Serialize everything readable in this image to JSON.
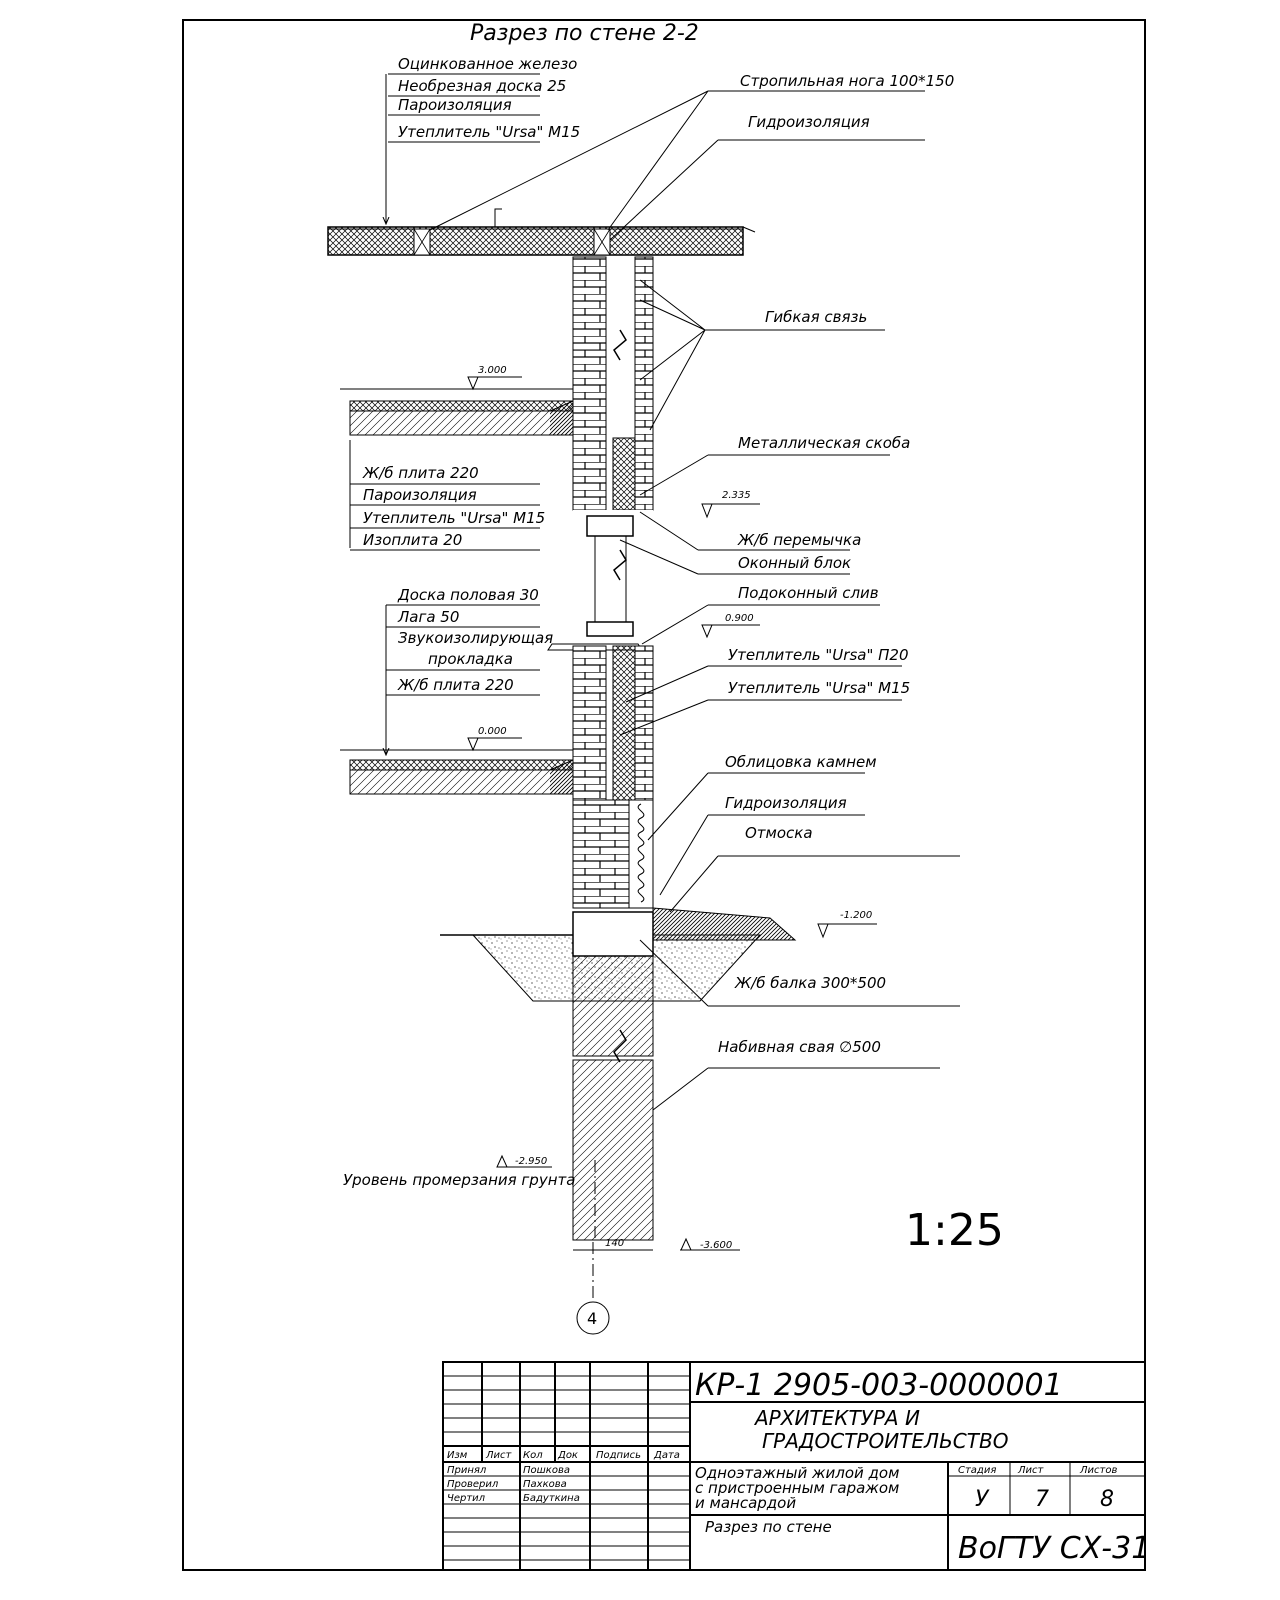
{
  "title": "Разрез по стене 2-2",
  "scale": "1:25",
  "axis_mark": "4",
  "dim_140": "140",
  "roof_labels": [
    "Оцинкованное железо",
    "Необрезная доска 25",
    "Пароизоляция",
    "Утеплитель \"Ursa\" М15"
  ],
  "callouts": {
    "rafter": "Стропильная нога 100*150",
    "waterproofing_top": "Гидроизоляция",
    "flex_tie": "Гибкая связь",
    "metal_bracket": "Металлическая скоба",
    "lintel": "Ж/б перемычка",
    "window": "Оконный блок",
    "sill": "Подоконный слив",
    "insul_p20": "Утеплитель \"Ursa\" П20",
    "insul_m15": "Утеплитель \"Ursa\" М15",
    "stone_facing": "Облицовка камнем",
    "waterproofing_bottom": "Гидроизоляция",
    "blind_area": "Отмоска",
    "beam": "Ж/б балка 300*500",
    "pile": "Набивная свая ∅500",
    "frost_level": "Уровень промерзания грунта"
  },
  "floor2_labels": [
    "Ж/б плита 220",
    "Пароизоляция",
    "Утеплитель \"Ursa\" М15",
    "Изоплита 20"
  ],
  "floor1_labels": [
    "Доска половая 30",
    "Лага 50",
    "Звукоизолирующая",
    "прокладка",
    "Ж/б плита 220"
  ],
  "levels": {
    "l3000": "3.000",
    "l2335": "2.335",
    "l0900": "0.900",
    "l0000": "0.000",
    "l_1200": "-1.200",
    "l_2950": "-2.950",
    "l_3600": "-3.600"
  },
  "title_block": {
    "code": "КР-1   2905-003-0000001",
    "discipline_1": "АРХИТЕКТУРА И",
    "discipline_2": "ГРАДОСТРОИТЕЛЬСТВО",
    "project_1": "Одноэтажный жилой дом",
    "project_2": "с пристроенным гаражом",
    "project_3": "и мансардой",
    "sheet_title": "Разрез по стене",
    "org": "ВоГТУ СХ-31",
    "col_headers": [
      "Изм",
      "Лист",
      "Кол",
      "Док",
      "Подпись",
      "Дата"
    ],
    "roles": [
      "Принял",
      "Проверил",
      "Чертил"
    ],
    "names": [
      "Пошкова",
      "Пахкова",
      "Бадуткина"
    ],
    "stage_label": "Стадия",
    "sheet_label": "Лист",
    "sheets_label": "Листов",
    "stage": "У",
    "sheet_no": "7",
    "sheets_total": "8"
  }
}
